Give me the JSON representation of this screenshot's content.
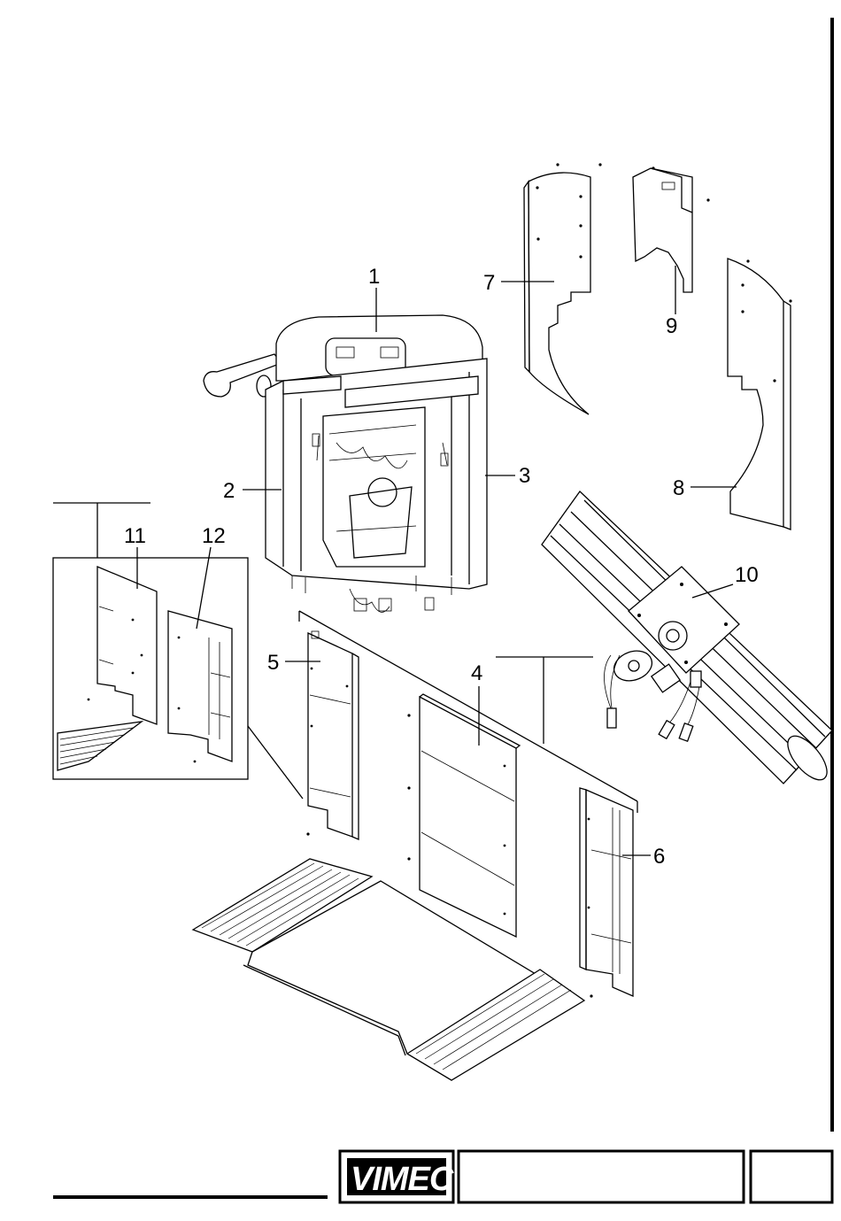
{
  "callouts": [
    {
      "id": "1",
      "label": "1"
    },
    {
      "id": "2",
      "label": "2"
    },
    {
      "id": "3",
      "label": "3"
    },
    {
      "id": "4",
      "label": "4"
    },
    {
      "id": "5",
      "label": "5"
    },
    {
      "id": "6",
      "label": "6"
    },
    {
      "id": "7",
      "label": "7"
    },
    {
      "id": "8",
      "label": "8"
    },
    {
      "id": "9",
      "label": "9"
    },
    {
      "id": "10",
      "label": "10"
    },
    {
      "id": "11",
      "label": "11"
    },
    {
      "id": "12",
      "label": "12"
    }
  ],
  "title_block": {
    "logo_text": "VIMEC",
    "title_field": "",
    "page_field": ""
  }
}
